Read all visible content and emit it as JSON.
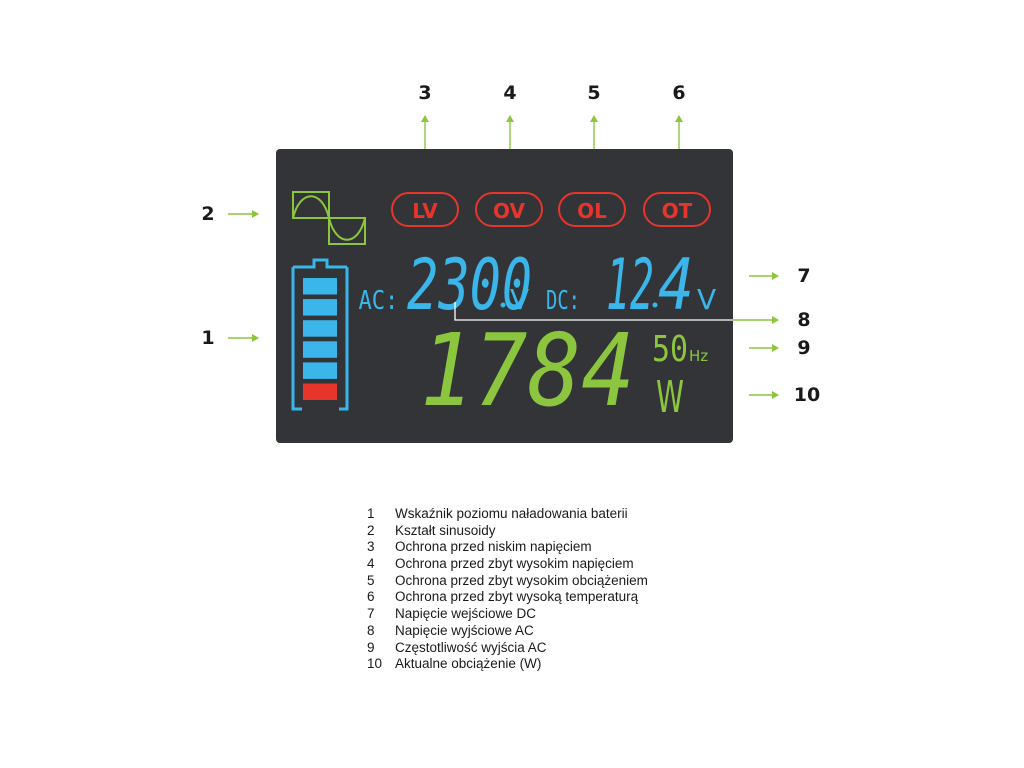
{
  "display": {
    "warnings": [
      "LV",
      "OV",
      "OL",
      "OT"
    ],
    "ac": {
      "label": "AC:",
      "value": "230",
      "decimal": "0",
      "unit": "V"
    },
    "dc": {
      "label": "DC:",
      "value": "12",
      "decimal": "4",
      "unit": "V"
    },
    "power": {
      "value": "1784",
      "unit": "W"
    },
    "frequency": {
      "value": "50",
      "unit": "Hz"
    },
    "battery": {
      "segments": 5,
      "low_segments": 1
    }
  },
  "callouts": [
    "1",
    "2",
    "3",
    "4",
    "5",
    "6",
    "7",
    "8",
    "9",
    "10"
  ],
  "legend": [
    {
      "num": "1",
      "text": "Wskaźnik poziomu naładowania baterii"
    },
    {
      "num": "2",
      "text": "Kształt sinusoidy"
    },
    {
      "num": "3",
      "text": "Ochrona przed niskim napięciem"
    },
    {
      "num": "4",
      "text": "Ochrona przed zbyt wysokim napięciem"
    },
    {
      "num": "5",
      "text": "Ochrona przed zbyt wysokim obciążeniem"
    },
    {
      "num": "6",
      "text": "Ochrona przed zbyt wysoką temperaturą"
    },
    {
      "num": "7",
      "text": "Napięcie wejściowe DC"
    },
    {
      "num": "8",
      "text": "Napięcie wyjściowe AC"
    },
    {
      "num": "9",
      "text": "Częstotliwość wyjścia AC"
    },
    {
      "num": "10",
      "text": "Aktualne obciążenie (W)"
    }
  ],
  "colors": {
    "panel": "#333438",
    "blue": "#3ab6ea",
    "green": "#8cc63f",
    "red": "#e8352b",
    "arrow": "#8cc63f"
  }
}
